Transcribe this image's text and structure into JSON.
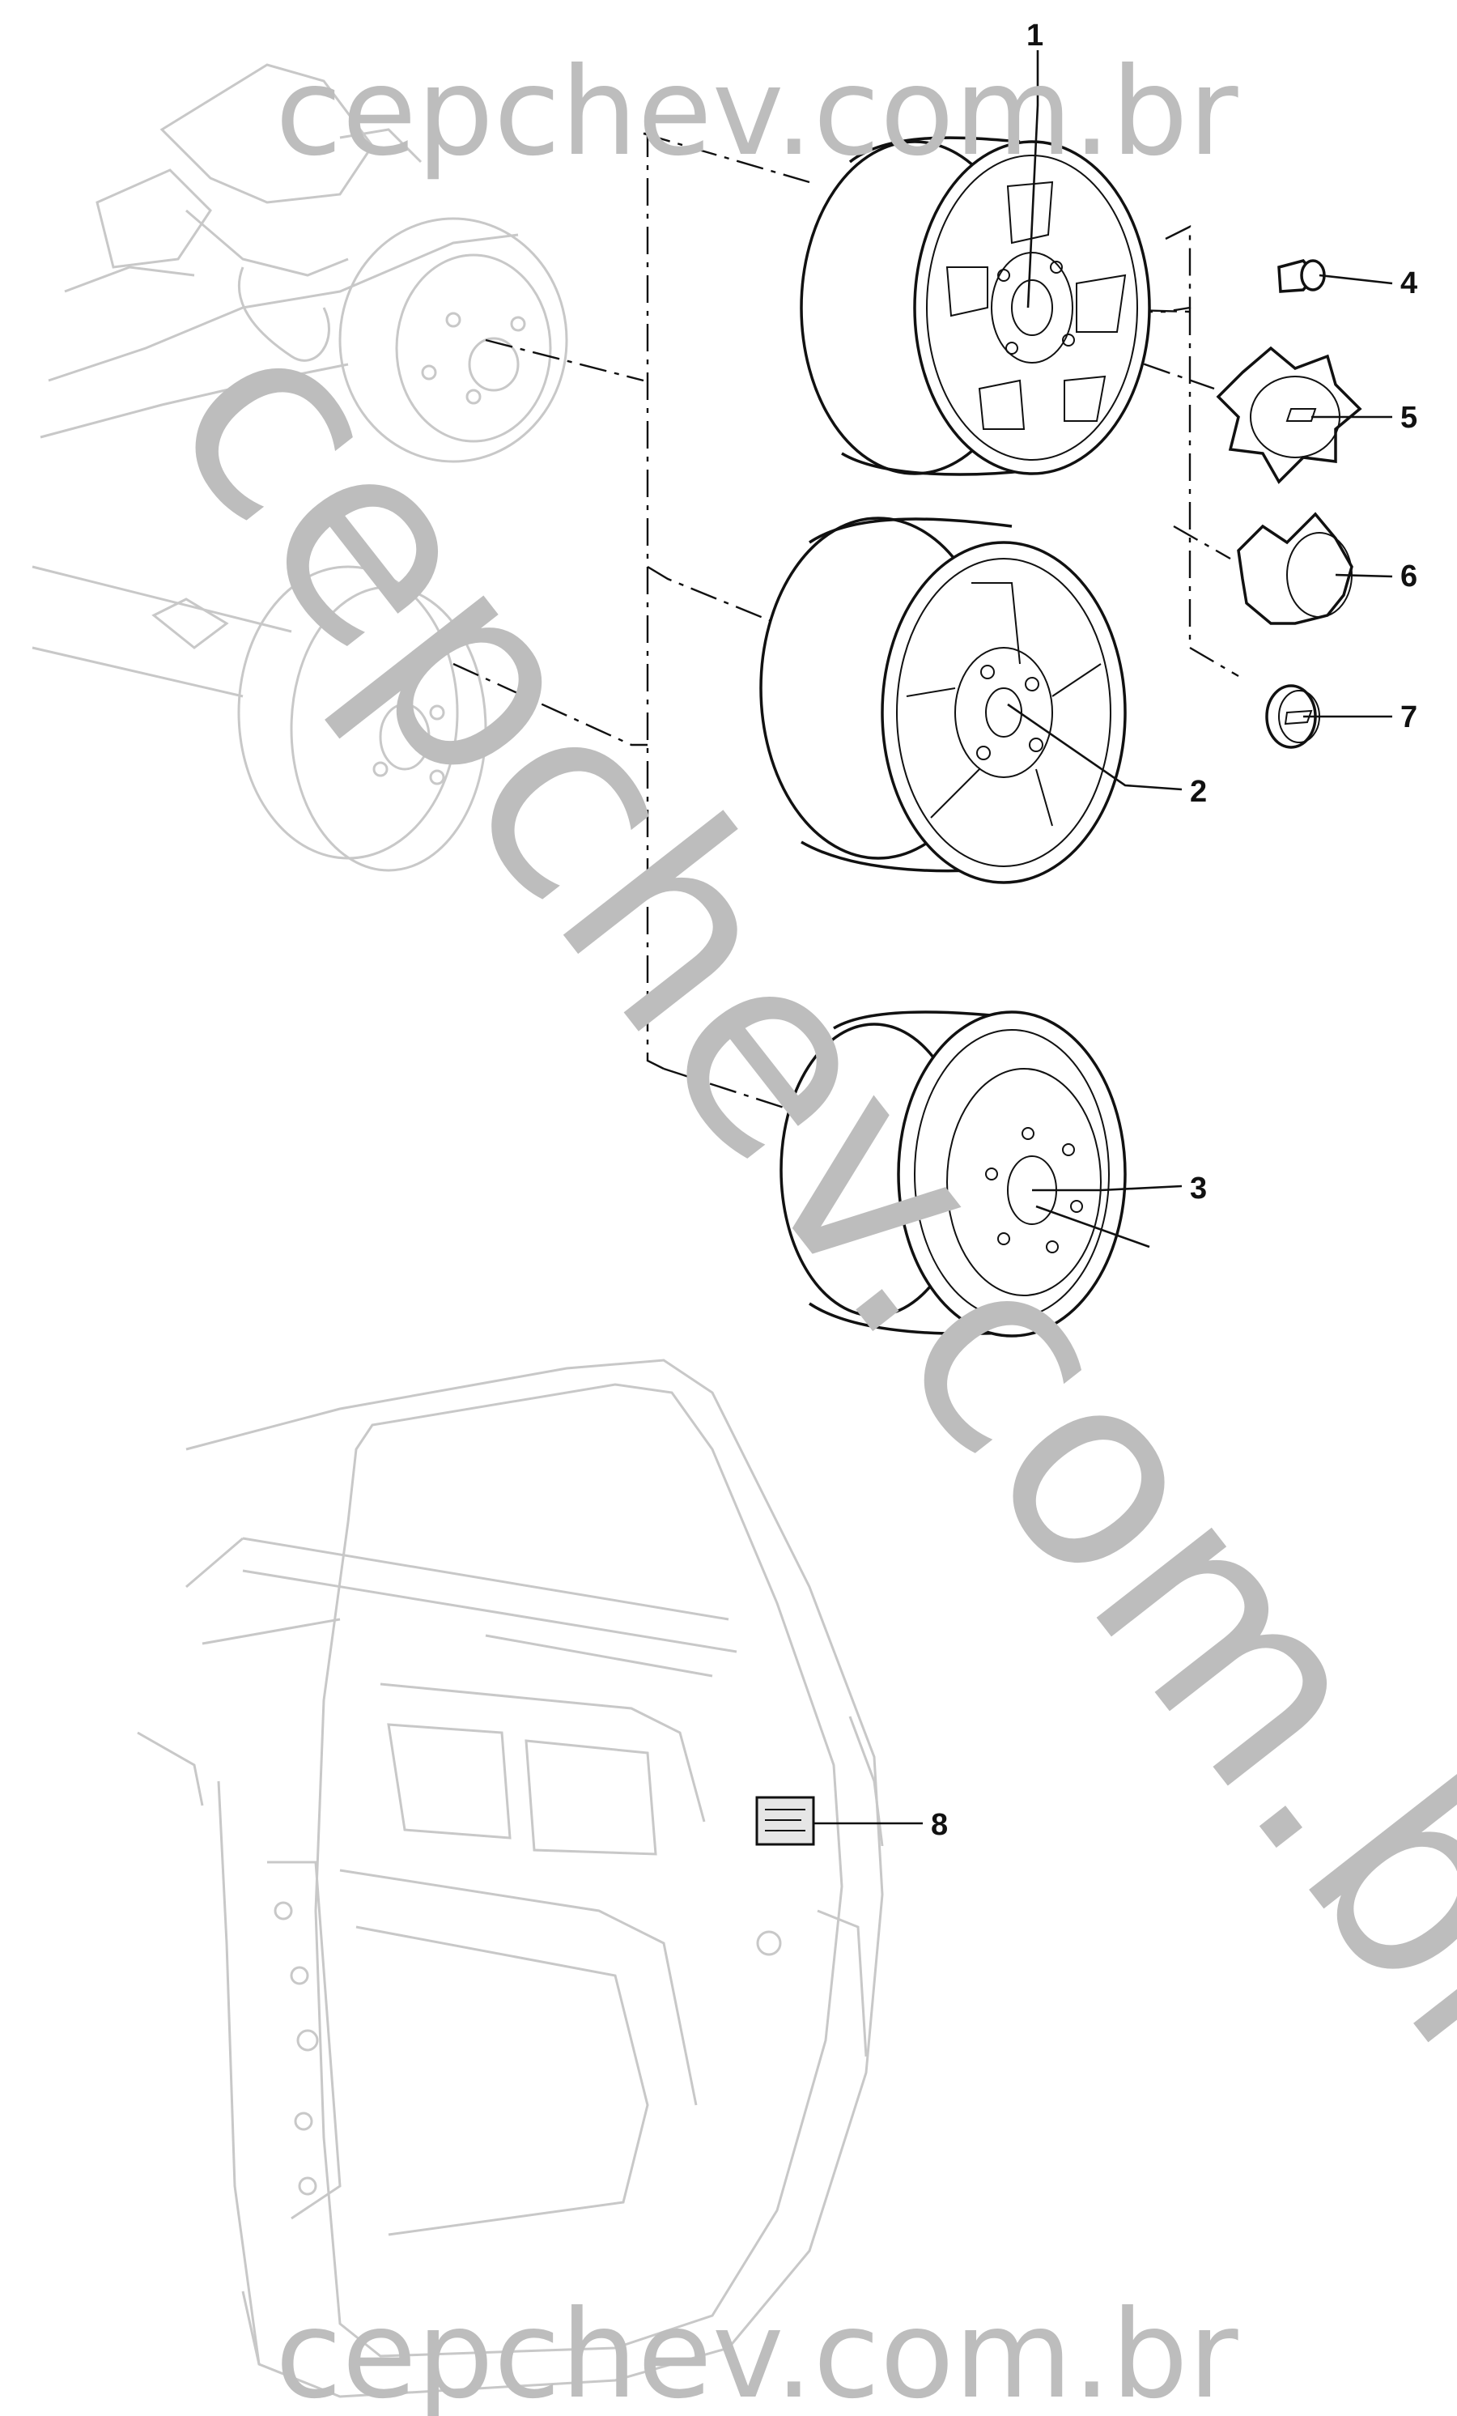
{
  "watermarks": {
    "top": "cepchev.com.br",
    "diagonal": "cepchev.com.br",
    "bottom": "cepchev.com.br"
  },
  "callouts": [
    {
      "id": "1",
      "part": "wheel-alloy-a"
    },
    {
      "id": "2",
      "part": "wheel-alloy-b"
    },
    {
      "id": "3",
      "part": "wheel-steel"
    },
    {
      "id": "4",
      "part": "lug-nut"
    },
    {
      "id": "5",
      "part": "center-cap-a"
    },
    {
      "id": "6",
      "part": "center-cap-b"
    },
    {
      "id": "7",
      "part": "center-cap-small"
    },
    {
      "id": "8",
      "part": "tire-pressure-label"
    }
  ]
}
